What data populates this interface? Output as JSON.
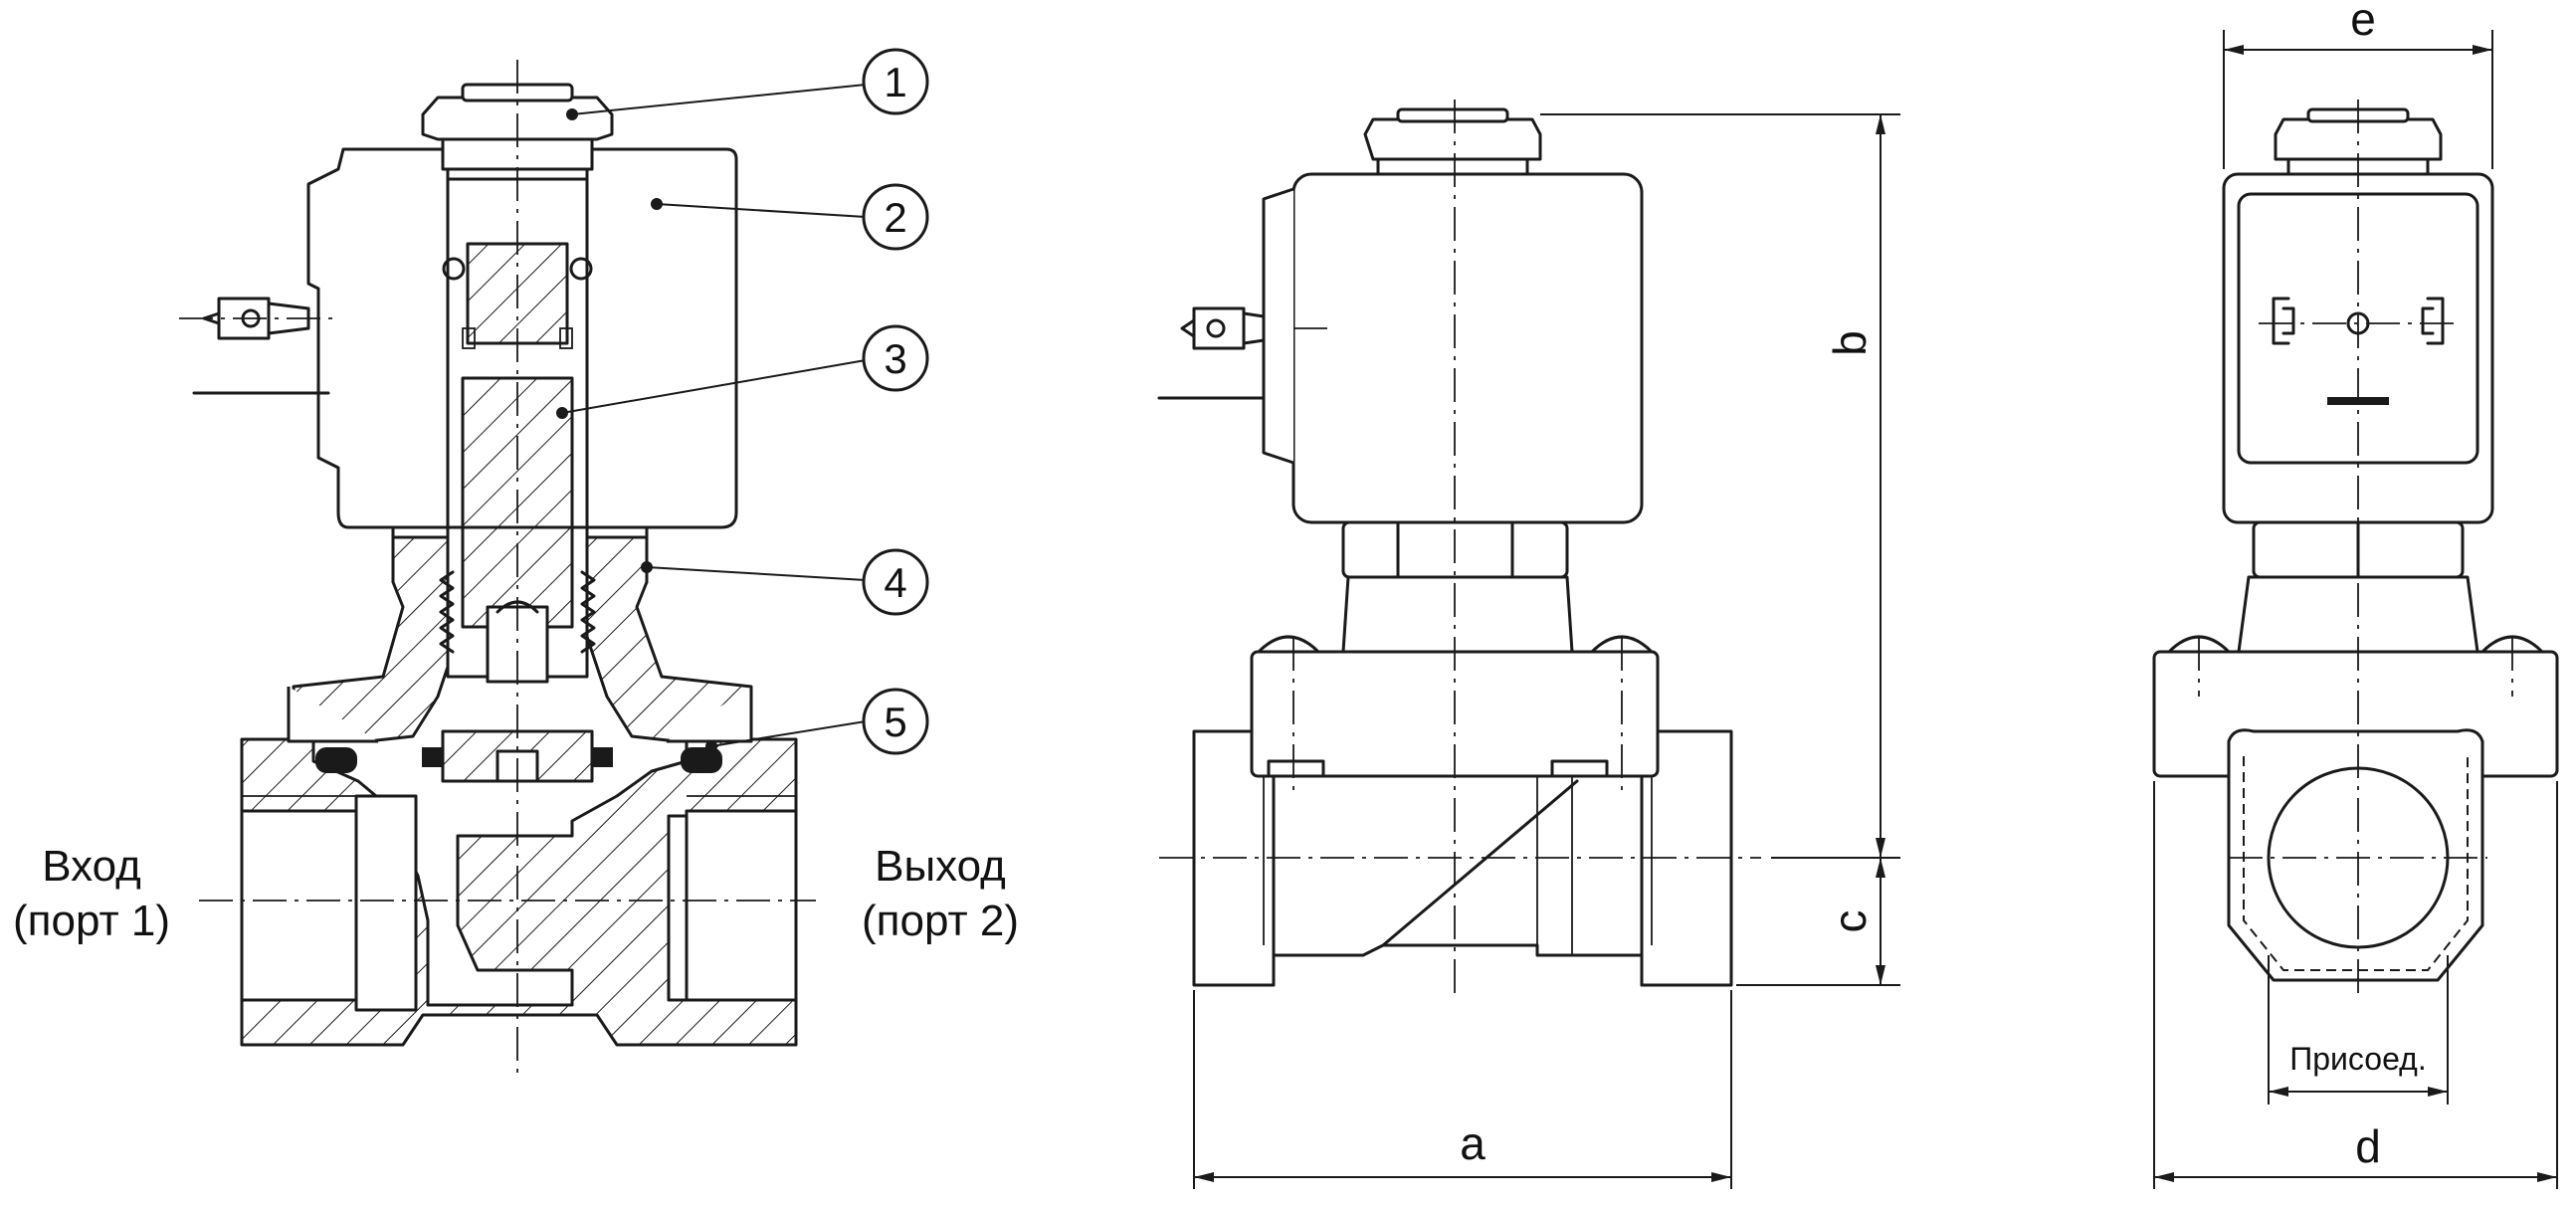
{
  "callouts": [
    {
      "number": "1"
    },
    {
      "number": "2"
    },
    {
      "number": "3"
    },
    {
      "number": "4"
    },
    {
      "number": "5"
    }
  ],
  "ports": {
    "inlet": {
      "line1": "Вход",
      "line2": "(порт 1)"
    },
    "outlet": {
      "line1": "Выход",
      "line2": "(порт 2)"
    }
  },
  "dimensions": {
    "a": "a",
    "b": "b",
    "c": "c",
    "d": "d",
    "e": "e"
  },
  "connection_label": "Присоед."
}
